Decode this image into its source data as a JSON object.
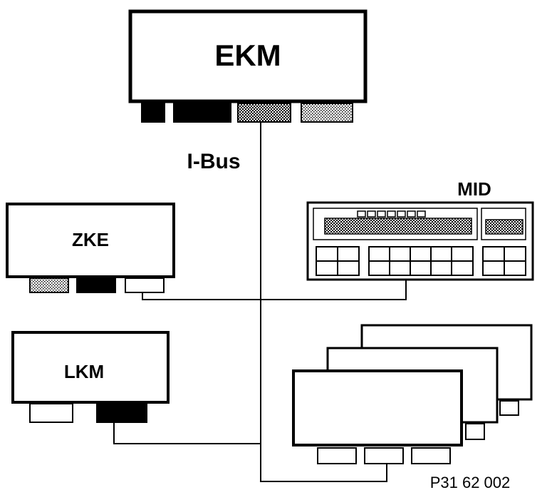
{
  "modules": {
    "ekm": "EKM",
    "zke": "ZKE",
    "lkm": "LKM",
    "mid": "MID"
  },
  "bus_label": "I-Bus",
  "figure_code": "P31 62 002",
  "colors": {
    "stroke": "#000000",
    "background": "#ffffff"
  }
}
